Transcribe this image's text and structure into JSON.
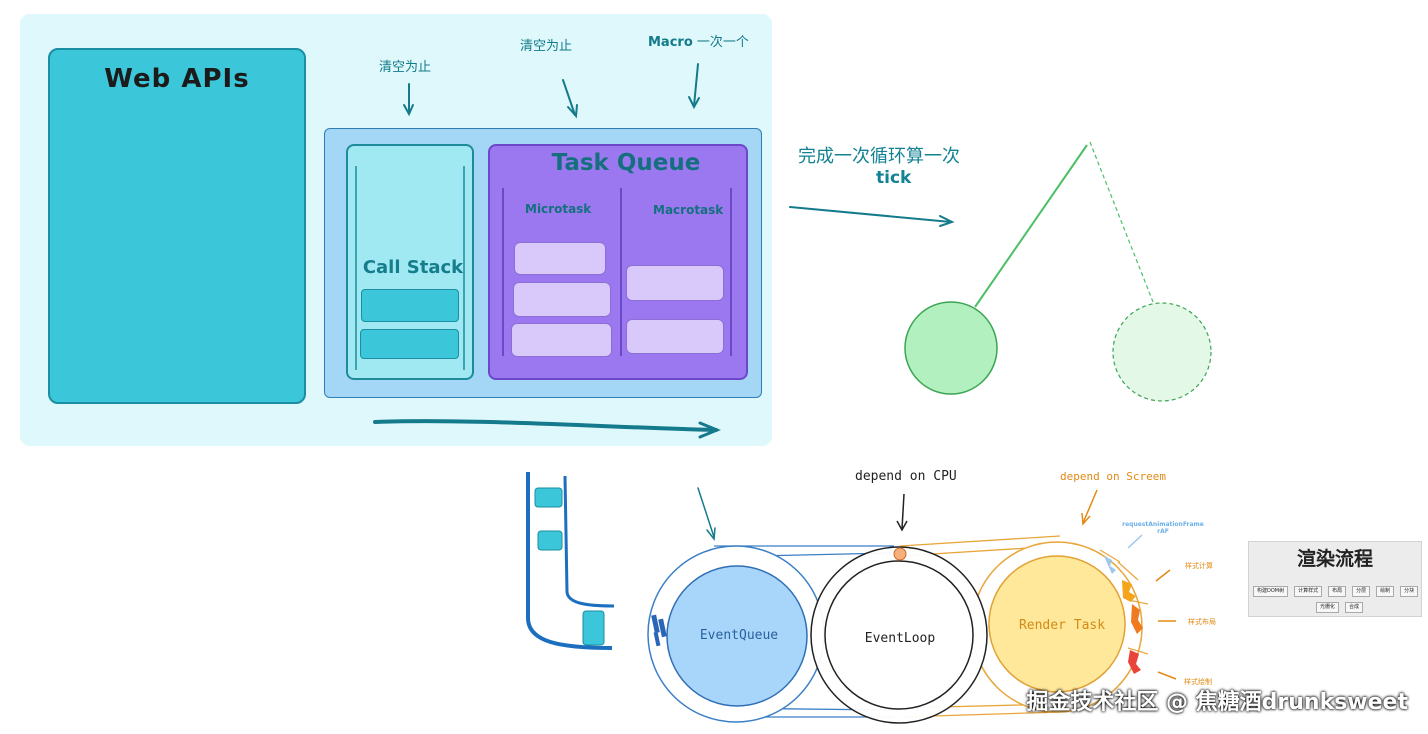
{
  "web_apis": {
    "title": "Web  APIs"
  },
  "notes": {
    "clear_1": "清空为止",
    "clear_2": "清空为止",
    "macro_bold": "Macro",
    "macro_rest": " 一次一个"
  },
  "call_stack": {
    "title": "Call Stack",
    "slots": 2
  },
  "task_queue": {
    "title": "Task Queue",
    "microtask_label": "Microtask",
    "macrotask_label": "Macrotask",
    "microtask_slots": 3,
    "macrotask_slots": 2
  },
  "tick_note": {
    "line1": "完成一次循环算一次",
    "line2": "tick"
  },
  "pendulum": {
    "solid_color": "#b3f0bf",
    "ghost_color": "#e3f8e6"
  },
  "loop": {
    "event_queue": "EventQueue",
    "event_loop": "EventLoop",
    "render_task": "Render Task",
    "depend_cpu": "depend on CPU",
    "depend_screen": "depend on Screem",
    "raf_label_1": "requestAnimationFrame",
    "raf_label_2": "rAF",
    "style_calc": "样式计算",
    "style_layout": "样式布局",
    "style_paint": "样式绘制"
  },
  "render_flow": {
    "title": "渲染流程",
    "steps_row1": [
      "构建DOM树",
      "计算样式",
      "布局",
      "分层",
      "绘制",
      "分块"
    ],
    "steps_row2": [
      "光栅化",
      "合成"
    ]
  },
  "colors": {
    "webapis": "#3cc6d9",
    "task_queue": "#9b78ef",
    "event_queue": "#a8d6fb",
    "render_task": "#ffe89a",
    "arrow_teal": "#157b8c",
    "arrow_orange": "#e38a14"
  },
  "watermark": "掘金技术社区 @ 焦糖酒drunksweet"
}
